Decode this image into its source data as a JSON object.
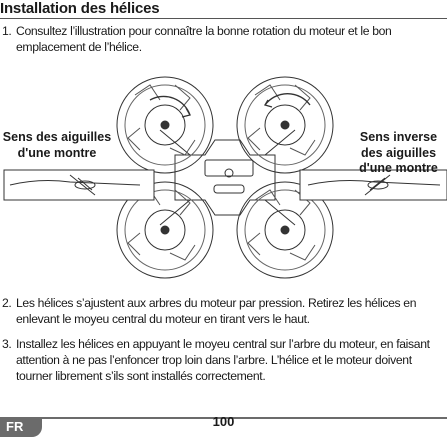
{
  "heading": "Installation des hélices",
  "steps": [
    {
      "num": "1.",
      "text": "Consultez l’illustration pour connaître la bonne rotation du moteur et le bon emplacement de l’hélice."
    },
    {
      "num": "2.",
      "text": "Les hélices s’ajustent aux arbres du moteur par pression. Retirez les hélices en enlevant le moyeu central du moteur en tirant vers le haut."
    },
    {
      "num": "3.",
      "text": "Installez les hélices en appuyant le moyeu central sur l’arbre du moteur, en faisant attention à ne pas l’enfoncer trop loin dans l’arbre. L’hélice et le moteur doivent tourner librement s’ils sont installés correctement."
    }
  ],
  "figure": {
    "label_cw": "Sens des aiguilles d'une montre",
    "label_ccw": "Sens inverse des aiguilles d'une montre"
  },
  "footer": {
    "lang": "FR",
    "page": "100"
  }
}
